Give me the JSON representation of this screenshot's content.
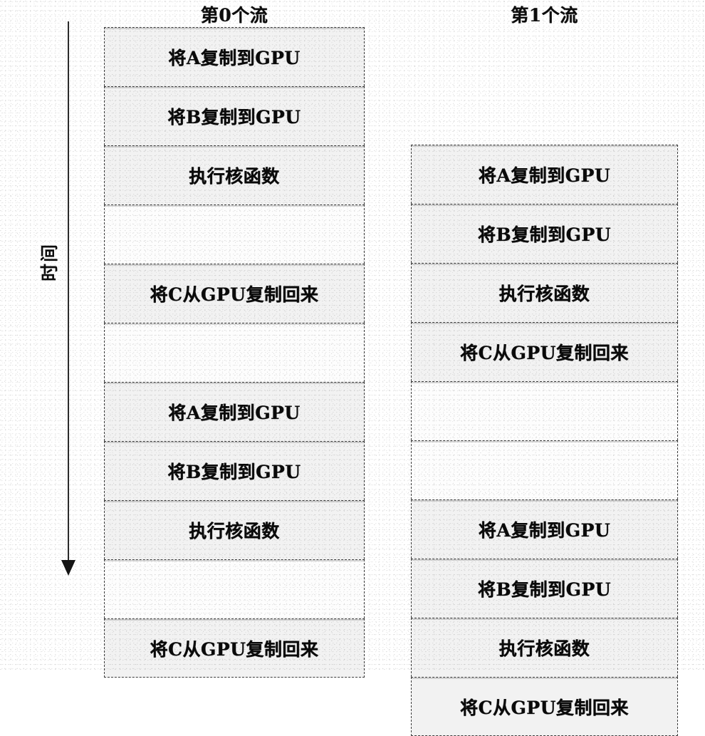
{
  "figure": {
    "axis": {
      "label": "时间",
      "arrow_direction": "down",
      "icon": "down-arrow-icon"
    },
    "colors": {
      "ink": "#0a0a0a",
      "border": "#3c3c3c",
      "paper": "#ffffff"
    }
  },
  "columns": [
    {
      "id": "stream-0",
      "header": "第0个流",
      "cells": [
        {
          "label": "将A复制到GPU",
          "empty": false
        },
        {
          "label": "将B复制到GPU",
          "empty": false
        },
        {
          "label": "执行核函数",
          "empty": false
        },
        {
          "label": "",
          "empty": true
        },
        {
          "label": "将C从GPU复制回来",
          "empty": false
        },
        {
          "label": "",
          "empty": true
        },
        {
          "label": "将A复制到GPU",
          "empty": false
        },
        {
          "label": "将B复制到GPU",
          "empty": false
        },
        {
          "label": "执行核函数",
          "empty": false
        },
        {
          "label": "",
          "empty": true
        },
        {
          "label": "将C从GPU复制回来",
          "empty": false
        }
      ]
    },
    {
      "id": "stream-1",
      "header": "第1个流",
      "cells": [
        {
          "label": "将A复制到GPU",
          "empty": false
        },
        {
          "label": "将B复制到GPU",
          "empty": false
        },
        {
          "label": "执行核函数",
          "empty": false
        },
        {
          "label": "将C从GPU复制回来",
          "empty": false
        },
        {
          "label": "",
          "empty": true
        },
        {
          "label": "",
          "empty": true
        },
        {
          "label": "将A复制到GPU",
          "empty": false
        },
        {
          "label": "将B复制到GPU",
          "empty": false
        },
        {
          "label": "执行核函数",
          "empty": false
        },
        {
          "label": "将C从GPU复制回来",
          "empty": false
        }
      ]
    }
  ]
}
